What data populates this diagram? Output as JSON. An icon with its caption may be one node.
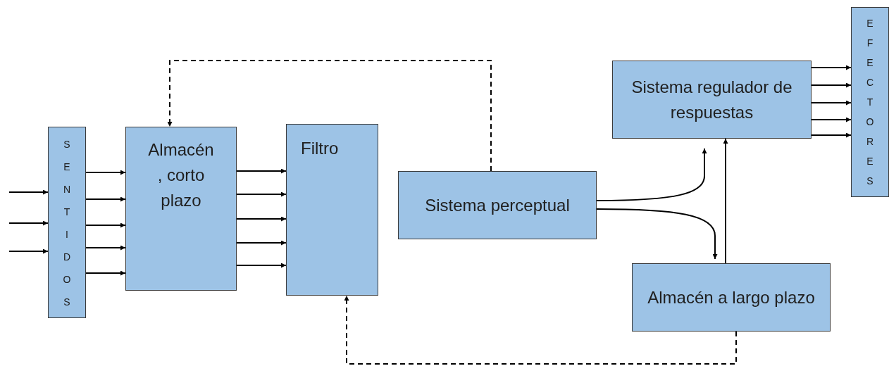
{
  "diagram": {
    "nodes": [
      {
        "text": [
          "SENTIDOS"
        ]
      },
      {
        "text": [
          "Almacén , corto plazo"
        ]
      },
      {
        "text": [
          "Filtro"
        ]
      },
      {
        "text": [
          "Sistema perceptual"
        ]
      },
      {
        "text": [
          "Sistema regulador de respuestas"
        ]
      },
      {
        "text": [
          "Almacén a largo plazo"
        ]
      },
      {
        "text": [
          "EFECTORES"
        ]
      }
    ],
    "edges": [
      {
        "from": null,
        "to": 0,
        "arrow": "to"
      },
      {
        "from": null,
        "to": 0,
        "arrow": "to"
      },
      {
        "from": null,
        "to": 0,
        "arrow": "to"
      },
      {
        "from": 0,
        "to": 1,
        "arrow": "to"
      },
      {
        "from": 0,
        "to": 1,
        "arrow": "to"
      },
      {
        "from": 0,
        "to": 1,
        "arrow": "to"
      },
      {
        "from": 0,
        "to": 1,
        "arrow": "to"
      },
      {
        "from": 0,
        "to": 1,
        "arrow": "to"
      },
      {
        "from": 1,
        "to": 2,
        "arrow": "to"
      },
      {
        "from": 1,
        "to": 2,
        "arrow": "to"
      },
      {
        "from": 1,
        "to": 2,
        "arrow": "to"
      },
      {
        "from": 1,
        "to": 2,
        "arrow": "to"
      },
      {
        "from": 1,
        "to": 2,
        "arrow": "to"
      },
      {
        "from": 3,
        "to": 1,
        "arrow": "to",
        "style": "dashed"
      },
      {
        "from": 3,
        "to": 4,
        "arrow": "to"
      },
      {
        "from": 3,
        "to": 5,
        "arrow": "to"
      },
      {
        "from": 5,
        "to": 4,
        "arrow": "to"
      },
      {
        "from": 5,
        "to": 2,
        "arrow": "to",
        "style": "dashed"
      },
      {
        "from": 4,
        "to": 6,
        "arrow": "to"
      },
      {
        "from": 4,
        "to": 6,
        "arrow": "to"
      },
      {
        "from": 4,
        "to": 6,
        "arrow": "to"
      },
      {
        "from": 4,
        "to": 6,
        "arrow": "to"
      },
      {
        "from": 4,
        "to": 6,
        "arrow": "to"
      }
    ]
  }
}
